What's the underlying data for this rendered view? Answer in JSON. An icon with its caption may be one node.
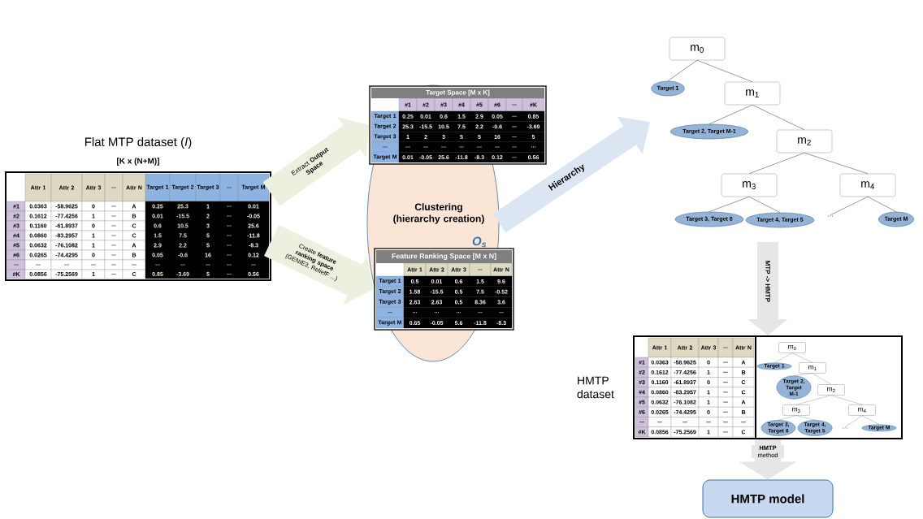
{
  "diagram": {
    "nodes": [
      {
        "text": [
          "Flat MTP dataset (*I*)",
          "[K x (N+M)]"
        ]
      },
      {
        "text": [
          "Clustering (hierarchy creation)",
          "O$_{s}$"
        ]
      },
      {
        "text": [
          "Target Space [M x K]"
        ]
      },
      {
        "text": [
          "Feature Ranking Space [M x N]"
        ]
      },
      {
        "text": [
          "m$_{0}$"
        ]
      },
      {
        "text": [
          "Target 1"
        ]
      },
      {
        "text": [
          "m$_{1}$"
        ]
      },
      {
        "text": [
          "Target 2, Target M-1"
        ]
      },
      {
        "text": [
          "m$_{2}$"
        ]
      },
      {
        "text": [
          "m$_{3}$"
        ]
      },
      {
        "text": [
          "m$_{4}$"
        ]
      },
      {
        "text": [
          "Target 3, Target 6"
        ]
      },
      {
        "text": [
          "Target 4, Target 5"
        ]
      },
      {
        "text": [
          "..."
        ]
      },
      {
        "text": [
          "Target M"
        ]
      },
      {
        "text": [
          "HMTP dataset"
        ]
      },
      {
        "text": [
          "m$_{0}$"
        ],
        "in": 15
      },
      {
        "text": [
          "Target 1"
        ],
        "in": 15
      },
      {
        "text": [
          "m$_{1}$"
        ],
        "in": 15
      },
      {
        "text": [
          "Target 2, Target M-1"
        ],
        "in": 15
      },
      {
        "text": [
          "m$_{2}$"
        ],
        "in": 15
      },
      {
        "text": [
          "m$_{3}$"
        ],
        "in": 15
      },
      {
        "text": [
          "m$_{4}$"
        ],
        "in": 15
      },
      {
        "text": [
          "Target 3, Target 6"
        ],
        "in": 15
      },
      {
        "text": [
          "Target 4, Target 5"
        ],
        "in": 15
      },
      {
        "text": [
          "..."
        ],
        "in": 15
      },
      {
        "text": [
          "Target M"
        ],
        "in": 15
      },
      {
        "text": [
          "HMTP model"
        ]
      }
    ],
    "edges": [
      {
        "from": 0,
        "to": 2,
        "arrow": "to",
        "label": "Extract **Output Space**",
        "style": "thick",
        "color": "#ebf1de"
      },
      {
        "from": 0,
        "to": 3,
        "arrow": "to",
        "label": "Create **feature ranking space** (GENIE3, ReliefF ...)",
        "style": "thick",
        "color": "#ebf1de"
      },
      {
        "from": 1,
        "to": null,
        "arrow": "to",
        "label": "Hierarchy",
        "style": "thick",
        "color": "#dce6f2"
      },
      {
        "from": null,
        "to": 15,
        "arrow": "to",
        "label": "MTP -> HMTP",
        "style": "thick",
        "color": "#e7e6e6"
      },
      {
        "from": 15,
        "to": 27,
        "arrow": "to",
        "label": "**HMTP** method",
        "style": "thick",
        "color": "#e7e6e6"
      },
      {
        "from": 4,
        "to": 5,
        "arrow": "none"
      },
      {
        "from": 4,
        "to": 6,
        "arrow": "none"
      },
      {
        "from": 6,
        "to": 7,
        "arrow": "none"
      },
      {
        "from": 6,
        "to": 8,
        "arrow": "none"
      },
      {
        "from": 8,
        "to": 9,
        "arrow": "none"
      },
      {
        "from": 8,
        "to": 10,
        "arrow": "none"
      },
      {
        "from": 9,
        "to": 11,
        "arrow": "none"
      },
      {
        "from": 9,
        "to": 12,
        "arrow": "none"
      },
      {
        "from": 10,
        "to": 13,
        "arrow": "none"
      },
      {
        "from": 10,
        "to": 14,
        "arrow": "none"
      },
      {
        "from": 16,
        "to": 17,
        "arrow": "none"
      },
      {
        "from": 16,
        "to": 18,
        "arrow": "none"
      },
      {
        "from": 18,
        "to": 19,
        "arrow": "none"
      },
      {
        "from": 18,
        "to": 20,
        "arrow": "none"
      },
      {
        "from": 20,
        "to": 21,
        "arrow": "none"
      },
      {
        "from": 20,
        "to": 22,
        "arrow": "none"
      },
      {
        "from": 21,
        "to": 23,
        "arrow": "none"
      },
      {
        "from": 21,
        "to": 24,
        "arrow": "none"
      },
      {
        "from": 22,
        "to": 25,
        "arrow": "none"
      },
      {
        "from": 22,
        "to": 26,
        "arrow": "none"
      }
    ],
    "labels": [
      "Attr 1",
      "Attr 2",
      "Attr 3",
      "...",
      "Attr N",
      "Target 1",
      "Target 2",
      "Target 3",
      "...",
      "Target M",
      "#1",
      "0.0363",
      "-58.9625",
      "0",
      "...",
      "A",
      "0.25",
      "25.3",
      "1",
      "...",
      "0.01",
      "#2",
      "0.1612",
      "-77.4256",
      "1",
      "...",
      "B",
      "0.01",
      "-15.5",
      "2",
      "...",
      "-0.05",
      "#3",
      "0.1160",
      "-61.8937",
      "0",
      "...",
      "C",
      "0.6",
      "10.5",
      "3",
      "...",
      "25.6",
      "#4",
      "0.0860",
      "-83.2957",
      "1",
      "...",
      "C",
      "1.5",
      "7.5",
      "5",
      "...",
      "-11.8",
      "#5",
      "0.0632",
      "-76.1082",
      "1",
      "...",
      "A",
      "2.9",
      "2.2",
      "5",
      "...",
      "-8.3",
      "#6",
      "0.0265",
      "-74.4295",
      "0",
      "...",
      "B",
      "0.05",
      "-0.6",
      "16",
      "...",
      "0.12",
      "...",
      "...",
      "...",
      "...",
      "...",
      "...",
      "...",
      "...",
      "...",
      "...",
      "...",
      "#K",
      "0.0856",
      "-75.2569",
      "1",
      "...",
      "C",
      "0.85",
      "-3.69",
      "5",
      "...",
      "0.56",
      "#1",
      "#2",
      "#3",
      "#4",
      "#5",
      "#6",
      "...",
      "#K",
      "Target 1",
      "0.25",
      "0.01",
      "0.6",
      "1.5",
      "2.9",
      "0.05",
      "...",
      "0.85",
      "Target 2",
      "25.3",
      "-15.5",
      "10.5",
      "7.5",
      "2.2",
      "-0.6",
      "...",
      "-3.69",
      "Target 3",
      "1",
      "2",
      "3",
      "5",
      "5",
      "16",
      "...",
      "5",
      "...",
      "...",
      "...",
      "...",
      "...",
      "...",
      "...",
      "...",
      "...",
      "Target M",
      "0.01",
      "-0.05",
      "25.6",
      "-11.8",
      "-8.3",
      "0.12",
      "...",
      "0.56",
      "Attr 1",
      "Attr 2",
      "Attr 3",
      "...",
      "Attr N",
      "Target 1",
      "0.5",
      "0.01",
      "0.6",
      "1.5",
      "9.6",
      "Target 2",
      "1.58",
      "-15.5",
      "0.5",
      "7.5",
      "-0.52",
      "Target 3",
      "2.63",
      "2.63",
      "0.5",
      "8.36",
      "3.6",
      "...",
      "...",
      "...",
      "...",
      "...",
      "...",
      "Target M",
      "0.65",
      "-0.05",
      "5.6",
      "-11.8",
      "-8.3",
      "Attr 1",
      "Attr 2",
      "Attr 3",
      "...",
      "Attr N",
      "#1",
      "0.0363",
      "-58.9625",
      "0",
      "...",
      "A",
      "#2",
      "0.1612",
      "-77.4256",
      "1",
      "...",
      "B",
      "#3",
      "0.1160",
      "-61.8937",
      "0",
      "...",
      "C",
      "#4",
      "0.0860",
      "-83.2957",
      "1",
      "...",
      "C",
      "#5",
      "0.0632",
      "-76.1082",
      "1",
      "...",
      "A",
      "#6",
      "0.0265",
      "-74.4295",
      "0",
      "...",
      "B",
      "...",
      "...",
      "...",
      "...",
      "...",
      "...",
      "#K",
      "0.0856",
      "-75.2569",
      "1",
      "...",
      "C"
    ]
  }
}
